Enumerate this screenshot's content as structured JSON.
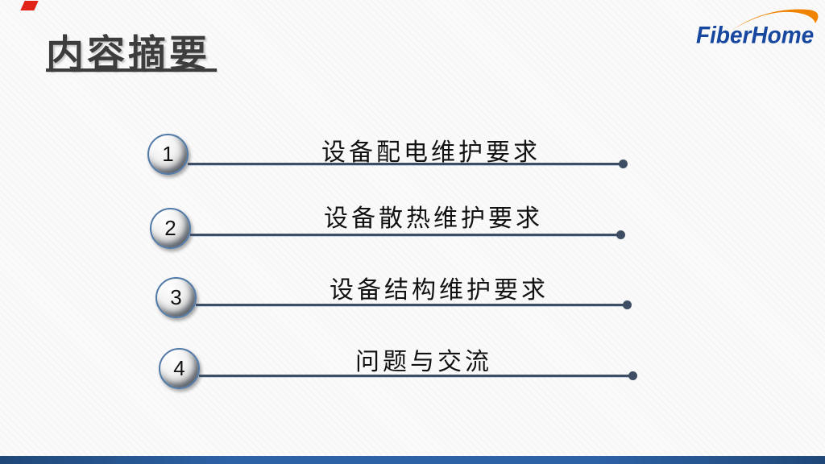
{
  "slide": {
    "title": "内容摘要",
    "logo_text": "FiberHome",
    "items": [
      {
        "number": "1",
        "label": "设备配电维护要求"
      },
      {
        "number": "2",
        "label": "设备散热维护要求"
      },
      {
        "number": "3",
        "label": "设备结构维护要求"
      },
      {
        "number": "4",
        "label": "问题与交流"
      }
    ],
    "colors": {
      "accent_red": "#e02417",
      "title_gray": "#3d3d3d",
      "logo_blue": "#17479e",
      "logo_orange": "#f08300",
      "line_slate": "#3d4e64",
      "bottom_bar_blue": "#2d62a6"
    }
  }
}
